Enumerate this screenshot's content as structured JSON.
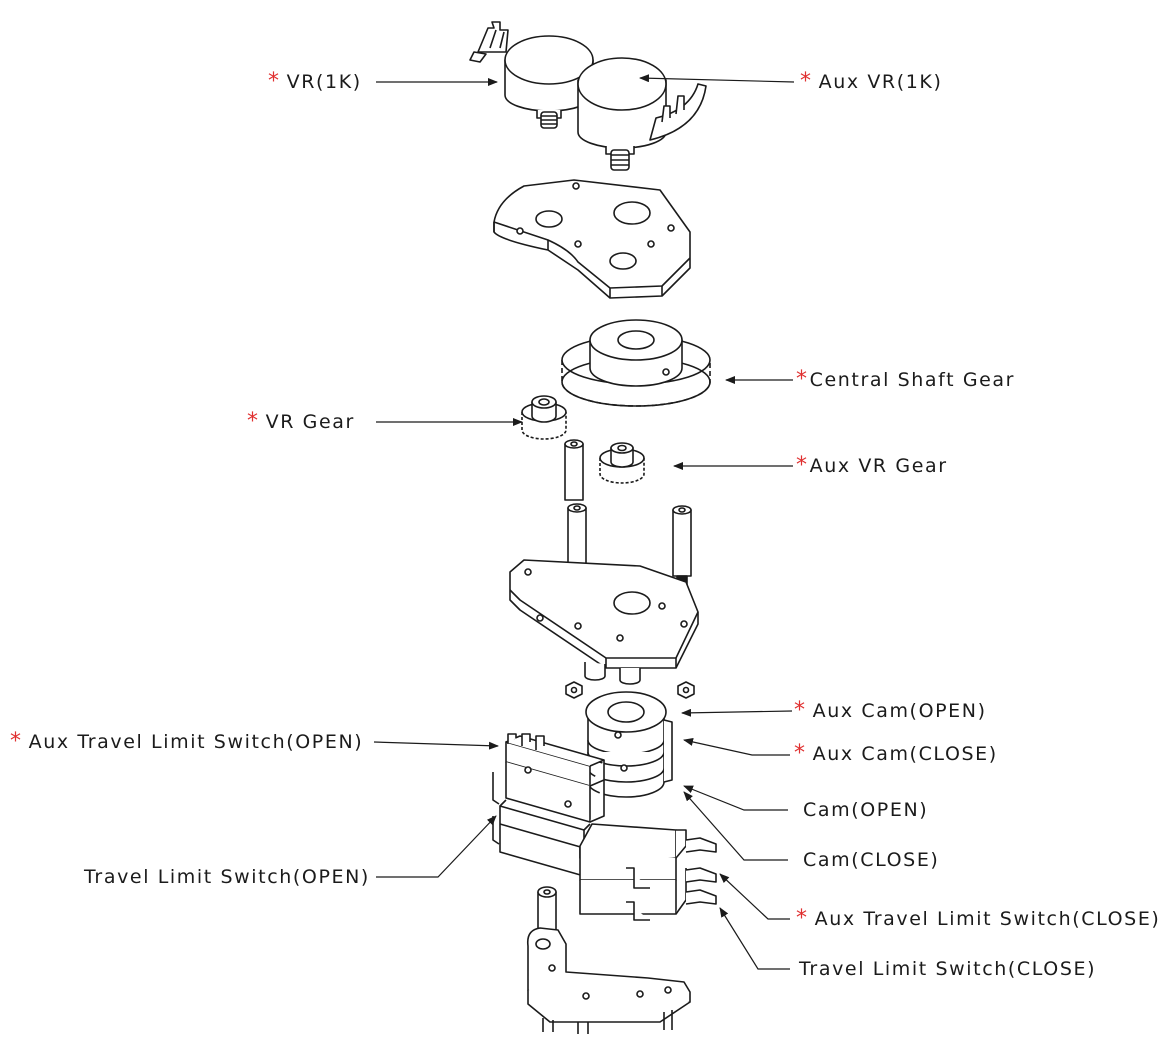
{
  "diagram": {
    "colors": {
      "line": "#1b1b1b",
      "marker": "#e03030",
      "background": "#ffffff"
    },
    "marker_symbol": "*",
    "labels": {
      "vr_1k": "VR(1K)",
      "aux_vr_1k": "Aux VR(1K)",
      "central_shaft_gear": "Central Shaft Gear",
      "vr_gear": "VR Gear",
      "aux_vr_gear": "Aux VR Gear",
      "aux_cam_open": "Aux Cam(OPEN)",
      "aux_cam_close": "Aux Cam(CLOSE)",
      "aux_travel_limit_switch_open": "Aux Travel Limit Switch(OPEN)",
      "cam_open": "Cam(OPEN)",
      "cam_close": "Cam(CLOSE)",
      "travel_limit_switch_open": "Travel Limit Switch(OPEN)",
      "aux_travel_limit_switch_close": "Aux Travel Limit Switch(CLOSE)",
      "travel_limit_switch_close": "Travel Limit Switch(CLOSE)"
    }
  }
}
